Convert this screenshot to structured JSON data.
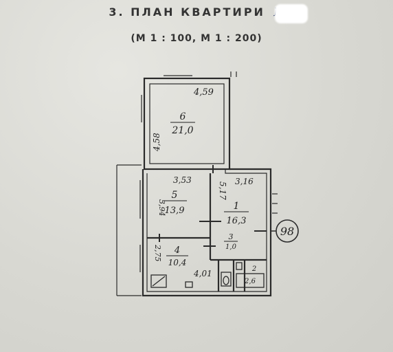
{
  "header": {
    "title": "3. ПЛАН КВАРТИРИ",
    "title_handwritten": "№",
    "scale": "(М 1 : 100, М 1 : 200)"
  },
  "rooms": [
    {
      "number": "6",
      "area": "21,0"
    },
    {
      "number": "5",
      "area": "13,9"
    },
    {
      "number": "1",
      "area": "16,3"
    },
    {
      "number": "4",
      "area": "10,4"
    },
    {
      "number": "3",
      "area": "1,0"
    },
    {
      "number": "2",
      "area": "2,6"
    }
  ],
  "dimensions": {
    "d1": "4,59",
    "d2": "4,58",
    "d3": "3,53",
    "d4": "3,16",
    "d5": "3,94",
    "d6": "5,17",
    "d7": "2,75",
    "d8": "4,01"
  },
  "marker": "98",
  "colors": {
    "paper": "#d9d9d4",
    "wall": "#2a2a2a",
    "handwriting": "#1f1f1f"
  }
}
